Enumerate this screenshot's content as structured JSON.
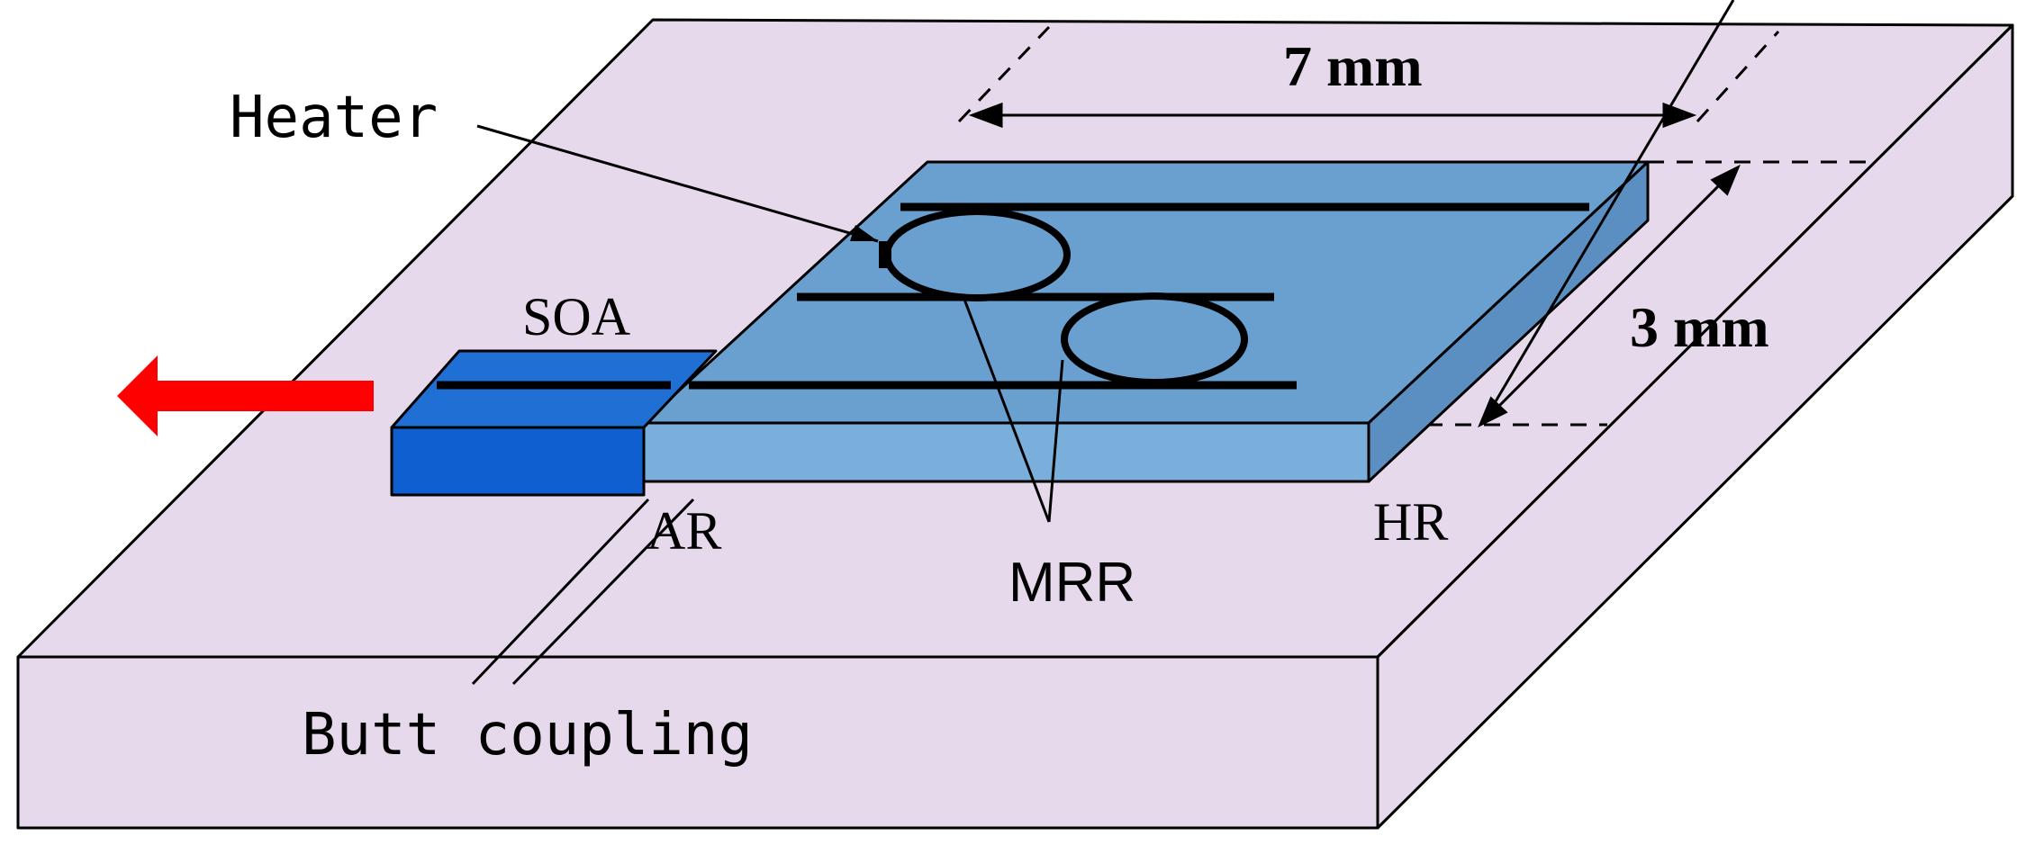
{
  "labels": {
    "heater": "Heater",
    "length": "7 mm",
    "soa": "SOA",
    "width": "3 mm",
    "ar": "AR",
    "hr": "HR",
    "mrr": "MRR",
    "butt": "Butt coupling"
  },
  "colors": {
    "substrate": "#e6d9ec",
    "chip_top": "#6aa0d0",
    "chip_front": "#7aaedb",
    "soa_top": "#1f6fd4",
    "soa_front": "#0f5fd0",
    "arrow": "#ff0000",
    "line": "#000000"
  }
}
